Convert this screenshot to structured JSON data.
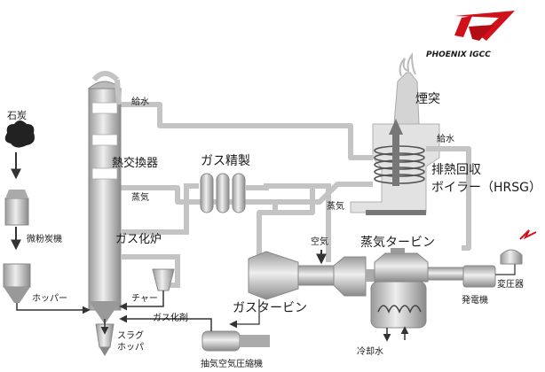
{
  "brand": {
    "logo_text": "PHOENIX IGCC",
    "logo_color": "#d0101a"
  },
  "colors": {
    "pipe": "#c4c4c4",
    "pipe_dark": "#7a7a7a",
    "equipment": "#d9d9d9",
    "arrow": "#333333"
  },
  "labels": {
    "coal": "石炭",
    "pulverizer": "微粉炭機",
    "hopper": "ホッパー",
    "heat_exchanger": "熱交換器",
    "feedwater_left": "給水",
    "steam_left": "蒸気",
    "gasifier": "ガス化炉",
    "char": "チャー",
    "gasifying_agent": "ガス化剤",
    "slag_hopper": "スラグ\nホッパ",
    "extraction_compressor": "抽気空気圧縮機",
    "gas_cleanup": "ガス精製",
    "air": "空気",
    "gas_turbine": "ガスタービン",
    "steam_turbine": "蒸気タービン",
    "steam_center": "蒸気",
    "stack": "煙突",
    "feedwater_right": "給水",
    "hrsg_line1": "排熱回収",
    "hrsg_line2": "ボイラー（HRSG）",
    "generator": "発電機",
    "transformer": "変圧器",
    "cooling_water": "冷却水"
  }
}
